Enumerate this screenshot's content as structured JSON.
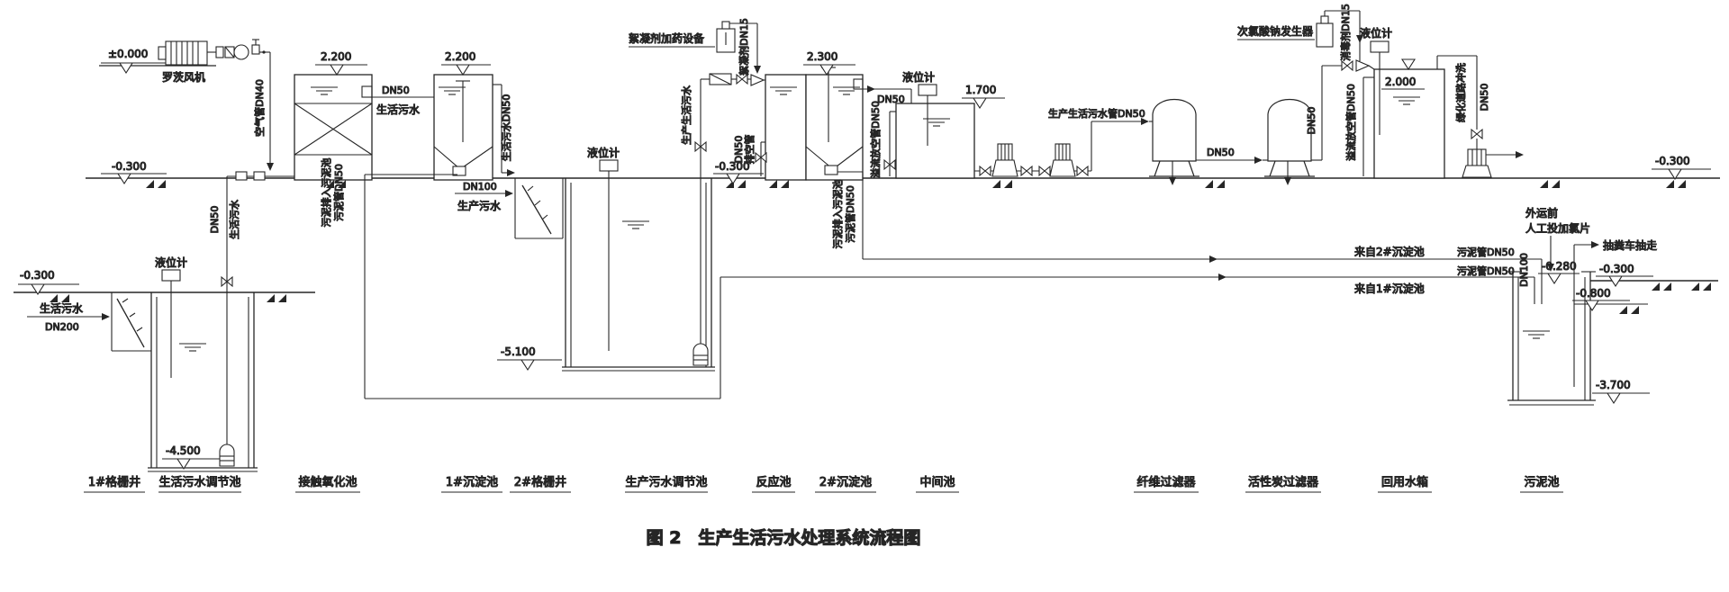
{
  "figure_caption": "图 2　生产生活污水处理系统流程图",
  "equipment": [
    "1#格栅井",
    "生活污水调节池",
    "接触氧化池",
    "1#沉淀池",
    "2#格栅井",
    "生产污水调节池",
    "反应池",
    "2#沉淀池",
    "中间池",
    "纤维过滤器",
    "活性炭过滤器",
    "回用水箱",
    "污泥池"
  ],
  "levels": {
    "zero": "±0.000",
    "m030": "-0.300",
    "p220": "2.200",
    "p230": "2.300",
    "p170": "1.700",
    "p200": "2.000",
    "m450": "-4.500",
    "m510": "-5.100",
    "m028": "-0.280",
    "m080": "-0.800",
    "m370": "-3.700"
  },
  "labels": {
    "blower": "罗茨风机",
    "air_pipe": "空气管DN40",
    "domestic": "生活污水",
    "dn200": "DN200",
    "dn50": "DN50",
    "dn100": "DN100",
    "production": "生产污水",
    "level_gauge": "液位计",
    "domestic_dn50": "生活污水DN50",
    "sludge_to_pool": "污泥排入污泥池",
    "sludge_pipe": "污泥管DN50",
    "prod_dom": "生产生活污水",
    "floc_equip": "絮凝剂加药设备",
    "floc_dn15": "絮凝剂DN15",
    "drain": "排空管",
    "overflow": "溢流放空管DN50",
    "main_pipe": "生产生活污水管DN50",
    "hypo": "次氯酸钠发生器",
    "disinf": "消毒剂DN15",
    "greening": "绿化道路冲洗",
    "from_sed2": "来自2#沉淀池",
    "from_sed1": "来自1#沉淀池",
    "pretransport": "外运前",
    "add_chlorine": "人工投加氯片",
    "truck": "抽粪车抽走"
  }
}
